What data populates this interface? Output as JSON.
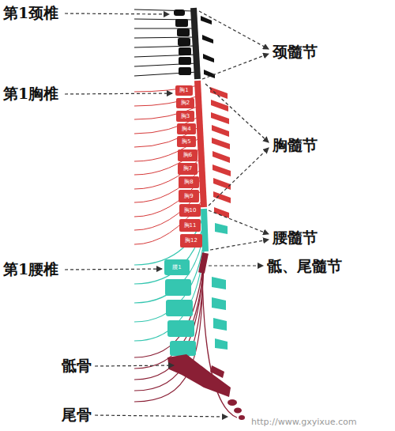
{
  "diagram": {
    "labels": [
      "第1颈椎",
      "第1胸椎",
      "第1腰椎",
      "骶骨",
      "尾骨",
      "颈髓节",
      "胸髓节",
      "腰髓节",
      "骶、尾髓节",
      "http://www.gxyixue.com",
      "胸1",
      "胸2",
      "胸3",
      "胸4",
      "胸5",
      "胸6",
      "胸7",
      "胸8",
      "胸9",
      "胸10",
      "胸11",
      "胸12",
      "腰1"
    ]
  }
}
